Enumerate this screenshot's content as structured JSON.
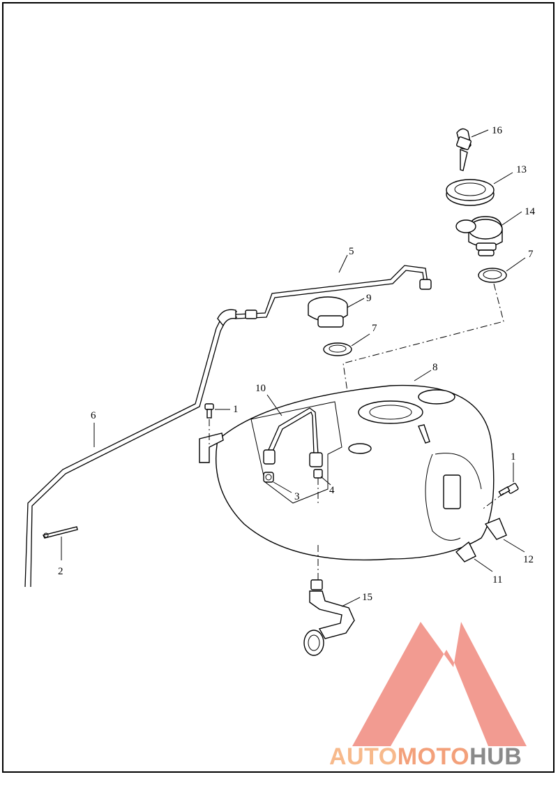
{
  "callouts": {
    "c1a": "1",
    "c1b": "1",
    "c2": "2",
    "c3": "3",
    "c4": "4",
    "c5": "5",
    "c6": "6",
    "c7a": "7",
    "c7b": "7",
    "c8": "8",
    "c9": "9",
    "c10": "10",
    "c11": "11",
    "c12": "12",
    "c13": "13",
    "c14": "14",
    "c15": "15",
    "c16": "16"
  },
  "watermark": {
    "brand_part1": "AUTO",
    "brand_part2": "MOTO",
    "brand_part3": "HUB",
    "color_logo": "#f08a7e",
    "color_auto": "#f7b98b",
    "color_moto": "#f3a07a",
    "color_hub": "#8a8a8a"
  }
}
